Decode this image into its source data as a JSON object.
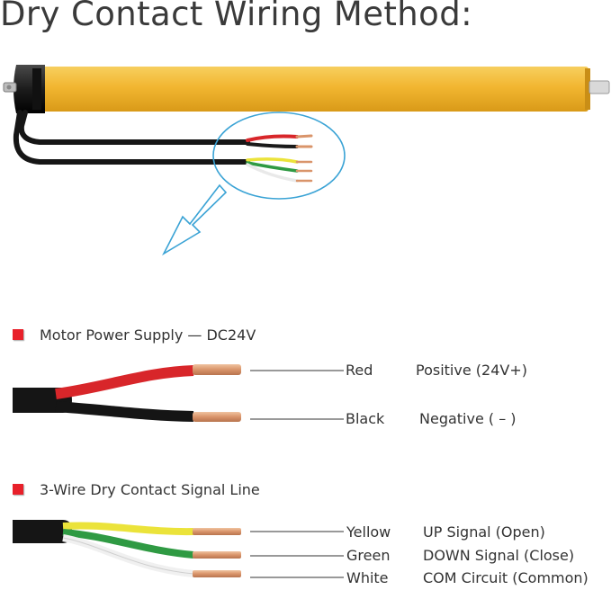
{
  "title": "Dry Contact Wiring Method:",
  "colors": {
    "tube": "#f2b631",
    "cable": "#1a1a1a",
    "red_wire": "#d8262a",
    "yellow_wire": "#ebe33a",
    "green_wire": "#2f9a43",
    "white_wire": "#f3f3f3",
    "copper": "#d9946a",
    "callout": "#3aa3d5",
    "bullet": "#e8202a"
  },
  "power_section": {
    "title": "Motor Power Supply — DC24V",
    "wires": [
      {
        "color": "Red",
        "function": "Positive  (24V+)"
      },
      {
        "color": "Black",
        "function": "Negative ( – )"
      }
    ]
  },
  "signal_section": {
    "title": "3-Wire Dry Contact Signal Line",
    "wires": [
      {
        "color": "Yellow",
        "function": "UP Signal (Open)"
      },
      {
        "color": "Green",
        "function": "DOWN Signal (Close)"
      },
      {
        "color": "White",
        "function": "COM Circuit (Common)"
      }
    ]
  }
}
